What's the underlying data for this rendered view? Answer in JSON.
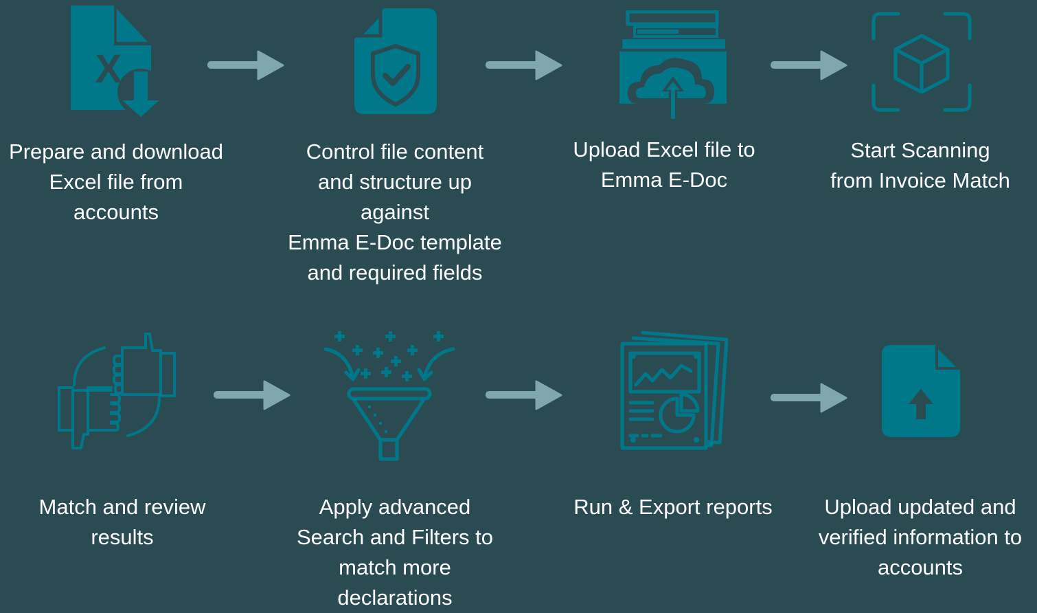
{
  "colors": {
    "background": "#2b4b53",
    "icon_teal": "#00788a",
    "arrow": "#7fa7ad",
    "text": "#ffffff"
  },
  "steps": [
    {
      "label": "Prepare and download\nExcel file from\naccounts",
      "icon": "excel-download-icon"
    },
    {
      "label": "Control file content\nand structure up\nagainst\nEmma E-Doc template\nand required fields",
      "icon": "document-shield-check-icon"
    },
    {
      "label": "Upload Excel file to\nEmma E-Doc",
      "icon": "cloud-upload-folder-icon"
    },
    {
      "label": "Start Scanning\nfrom Invoice Match",
      "icon": "scan-box-icon"
    },
    {
      "label": "Match and review\nresults",
      "icon": "thumbs-up-down-icon"
    },
    {
      "label": "Apply advanced\nSearch and Filters to\nmatch more\ndeclarations",
      "icon": "funnel-filter-icon"
    },
    {
      "label": "Run & Export reports",
      "icon": "report-chart-icon"
    },
    {
      "label": "Upload updated and\nverified information to\naccounts",
      "icon": "file-upload-icon"
    }
  ]
}
